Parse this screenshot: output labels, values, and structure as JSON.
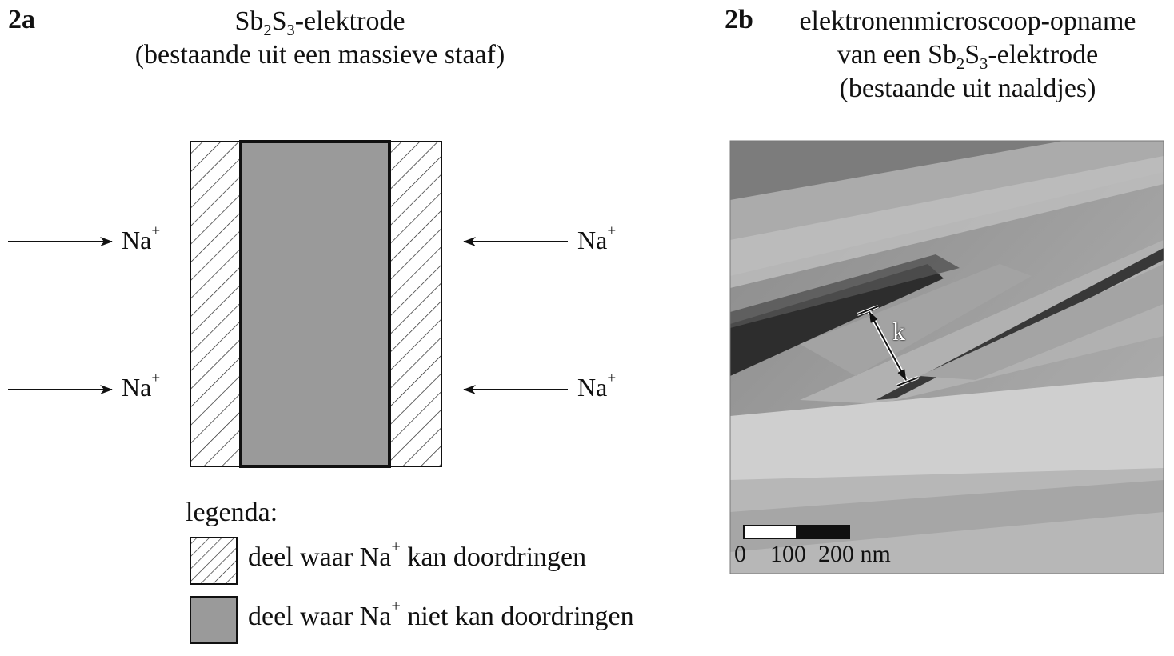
{
  "panel_a": {
    "label": "2a",
    "title_formula": {
      "sb": "Sb",
      "n1": "2",
      "s": "S",
      "n2": "3",
      "rest": "-elektrode"
    },
    "title_line2": "(bestaande uit een massieve staaf)",
    "ion": {
      "base": "Na",
      "charge": "+"
    },
    "legend": {
      "heading": "legenda:",
      "item1_before": "deel waar Na",
      "item1_charge": "+",
      "item1_after": " kan doordringen",
      "item2_before": "deel waar Na",
      "item2_charge": "+",
      "item2_after": " niet kan doordringen"
    }
  },
  "panel_b": {
    "label": "2b",
    "title_line1": "elektronenmicroscoop-opname",
    "title_line2_pre": "van een ",
    "title_formula": {
      "sb": "Sb",
      "n1": "2",
      "s": "S",
      "n2": "3",
      "rest": "-elektrode"
    },
    "title_line3": "(bestaande uit naaldjes)",
    "measure_label": "k",
    "scale_text": "0    100  200 nm"
  },
  "colors": {
    "core_gray": "#9a9a9a",
    "hatch": "#222222"
  }
}
